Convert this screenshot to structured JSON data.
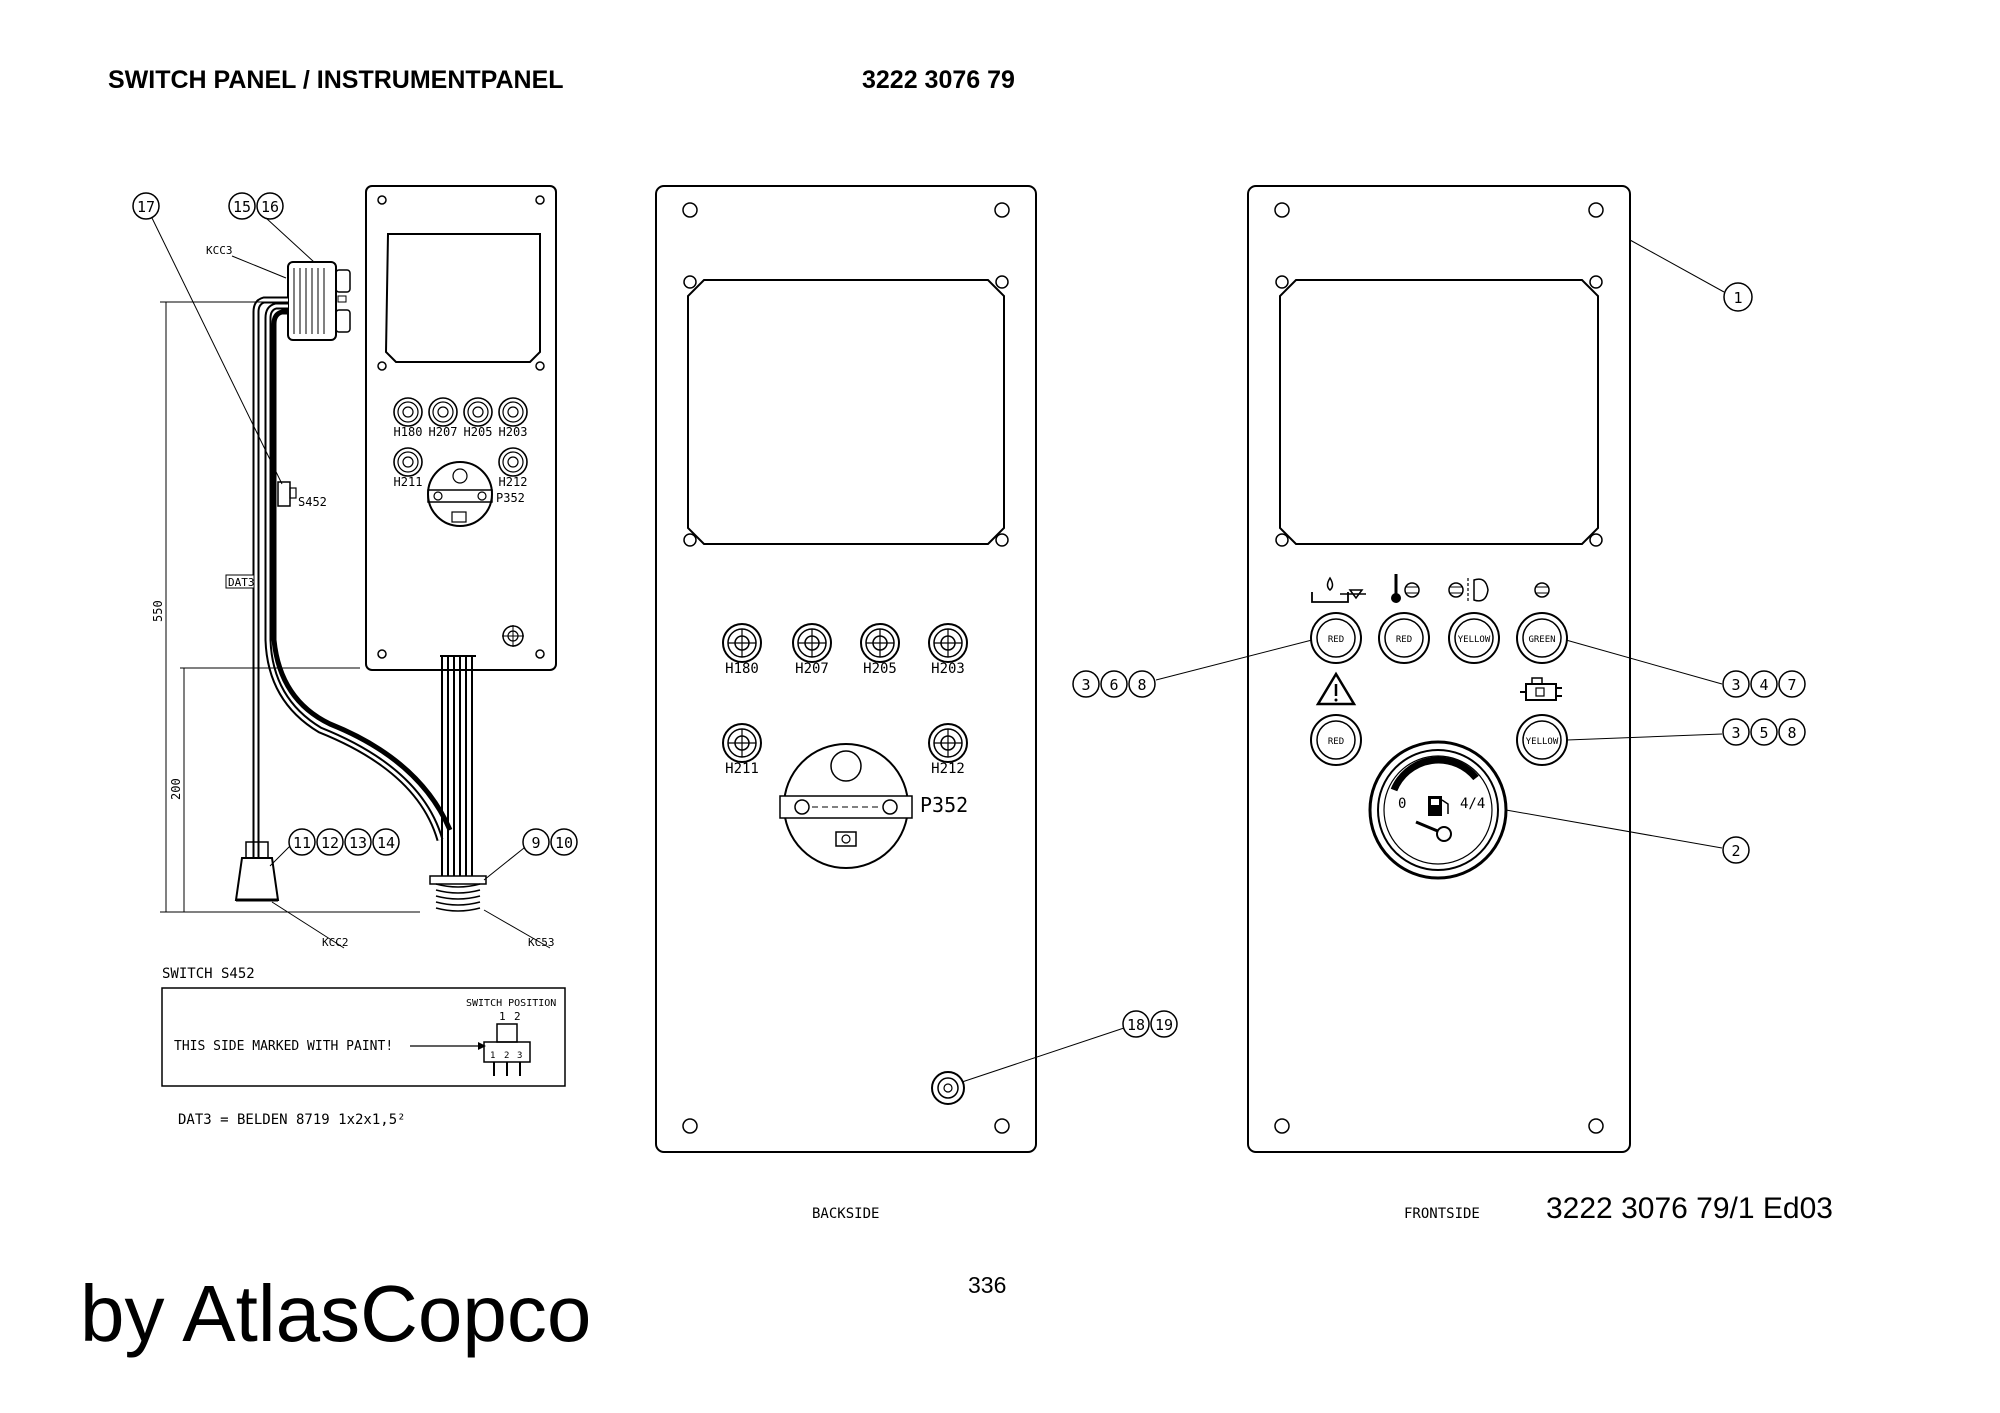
{
  "header": {
    "title": "SWITCH PANEL / INSTRUMENTPANEL",
    "part_number": "3222 3076 79"
  },
  "footer": {
    "page_number": "336",
    "doc_number": "3222 3076 79/1  Ed03",
    "brand": "by AtlasCopco"
  },
  "views": {
    "backside": "BACKSIDE",
    "frontside": "FRONTSIDE"
  },
  "harness": {
    "connectors": {
      "kcc3": "KCC3",
      "kcc2": "KCC2",
      "kc53": "KC53"
    },
    "switch_ref": "S452",
    "cable_ref": "DAT3",
    "dim_550": "550",
    "dim_200": "200"
  },
  "side_panel": {
    "lamps_row1": [
      "H180",
      "H207",
      "H205",
      "H203"
    ],
    "lamps_row2": [
      "H211",
      "H212"
    ],
    "gauge": "P352"
  },
  "back_panel": {
    "lamps_row1": [
      "H180",
      "H207",
      "H205",
      "H203"
    ],
    "lamps_row2": [
      "H211",
      "H212"
    ],
    "gauge": "P352"
  },
  "front_panel": {
    "lamps_row1": [
      "RED",
      "RED",
      "YELLOW",
      "GREEN"
    ],
    "lamp_warning": "RED",
    "lamp_engine": "YELLOW",
    "gauge_min": "0",
    "gauge_max": "4/4"
  },
  "callouts": {
    "c1": "1",
    "c2": "2",
    "c3": "3",
    "c4": "4",
    "c5": "5",
    "c6": "6",
    "c7": "7",
    "c8": "8",
    "c9": "9",
    "c10": "10",
    "c11": "11",
    "c12": "12",
    "c13": "13",
    "c14": "14",
    "c15": "15",
    "c16": "16",
    "c17": "17",
    "c18": "18",
    "c19": "19"
  },
  "switch_detail": {
    "title": "SWITCH S452",
    "position_label": "SWITCH POSITION",
    "position_1": "1",
    "position_2": "2",
    "pin_1": "1",
    "pin_2": "2",
    "pin_3": "3",
    "note": "THIS SIDE MARKED WITH PAINT!",
    "cable_note": "DAT3 = BELDEN 8719 1x2x1,5²"
  }
}
